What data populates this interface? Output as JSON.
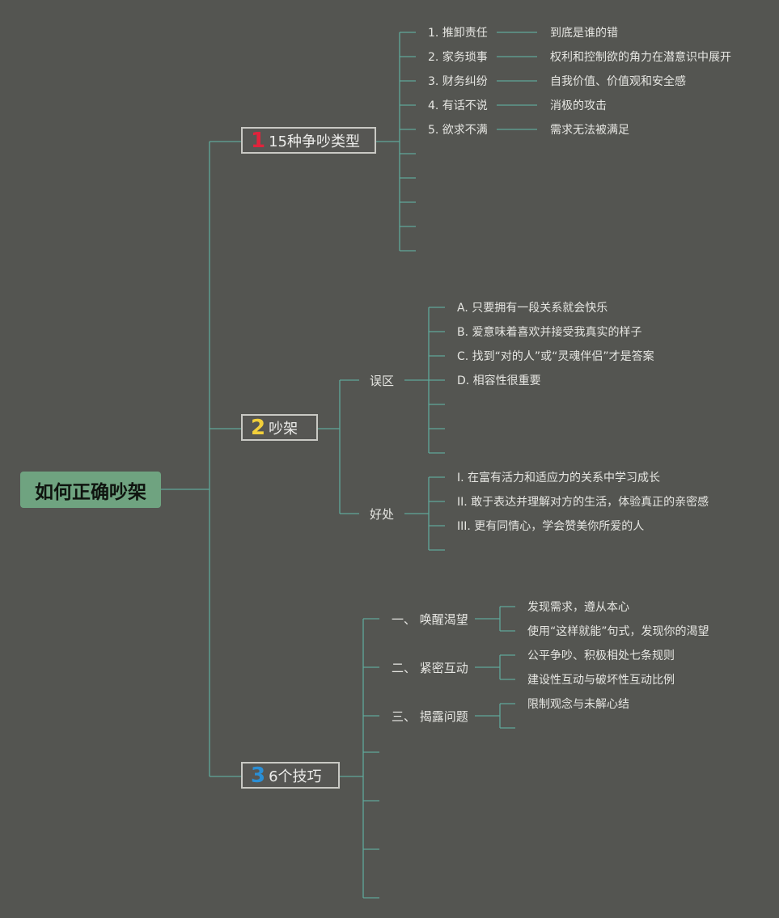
{
  "root": {
    "title": "如何正确吵架"
  },
  "branches": [
    {
      "number": "1",
      "number_color": "#e0233c",
      "label": "15种争吵类型"
    },
    {
      "number": "2",
      "number_color": "#f2cf3a",
      "label": "吵架"
    },
    {
      "number": "3",
      "number_color": "#2a8fd6",
      "label": "6个技巧"
    }
  ],
  "quarrel_types": [
    {
      "label": "1. 推卸责任",
      "detail": "到底是谁的错"
    },
    {
      "label": "2. 家务琐事",
      "detail": "权利和控制欲的角力在潜意识中展开"
    },
    {
      "label": "3. 财务纠纷",
      "detail": "自我价值、价值观和安全感"
    },
    {
      "label": "4. 有话不说",
      "detail": "消极的攻击"
    },
    {
      "label": "5. 欲求不满",
      "detail": "需求无法被满足"
    }
  ],
  "quarrel": {
    "misconceptions": {
      "label": "误区",
      "items": [
        "A. 只要拥有一段关系就会快乐",
        "B. 爱意味着喜欢并接受我真实的样子",
        "C. 找到“对的人”或“灵魂伴侣”才是答案",
        "D. 相容性很重要"
      ]
    },
    "benefits": {
      "label": "好处",
      "items": [
        "I. 在富有活力和适应力的关系中学习成长",
        "II. 敢于表达并理解对方的生活，体验真正的亲密感",
        "III. 更有同情心，学会赞美你所爱的人"
      ]
    }
  },
  "skills": [
    {
      "label": "一、 唤醒渴望",
      "items": [
        "发现需求，遵从本心",
        "使用“这样就能”句式，发现你的渴望"
      ]
    },
    {
      "label": "二、 紧密互动",
      "items": [
        "公平争吵、积极相处七条规则",
        "建设性互动与破坏性互动比例"
      ]
    },
    {
      "label": "三、 揭露问题",
      "items": [
        "限制观念与未解心结"
      ]
    }
  ],
  "colors": {
    "background": "#545551",
    "connector": "#5fa89a",
    "root_fill": "#6fa380"
  }
}
